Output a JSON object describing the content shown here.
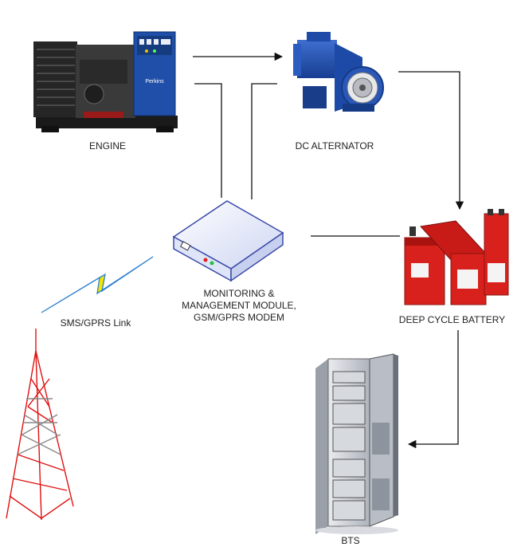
{
  "labels": {
    "engine": "ENGINE",
    "alternator": "DC ALTERNATOR",
    "monitoring_line1": "MONITORING &",
    "monitoring_line2": "MANAGEMENT MODULE,",
    "monitoring_line3": "GSM/GPRS MODEM",
    "sms_link": "SMS/GPRS Link",
    "battery": "DEEP CYCLE BATTERY",
    "bts": "BTS",
    "engine_brand": "Perkins"
  },
  "colors": {
    "line": "#111111",
    "engine_blue": "#1f4fa8",
    "alternator_blue": "#2350b0",
    "battery_red": "#d8211c",
    "tower_red": "#e01010",
    "bolt_yellow": "#f2e600",
    "bolt_blue": "#2a7fd0",
    "cabinet_grey": "#c9ccd2",
    "module_face": "#eef1fb"
  },
  "icons": [
    "engine-generator-icon",
    "alternator-icon",
    "monitoring-module-icon",
    "battery-icon",
    "bts-cabinet-icon",
    "radio-tower-icon",
    "lightning-link-icon"
  ]
}
